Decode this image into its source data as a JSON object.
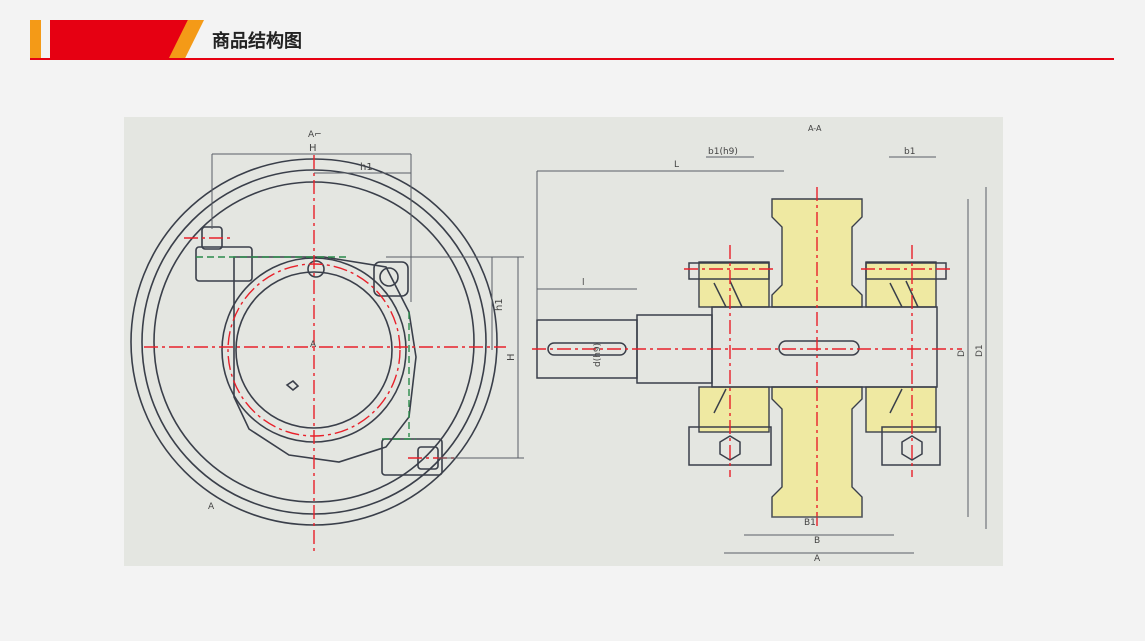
{
  "header": {
    "title": "商品结构图"
  },
  "drawing": {
    "left_view_labels": {
      "section_mark": "A⌐",
      "dim_H_top": "H",
      "dim_h1_top": "h1",
      "dim_h1_right": "h1",
      "dim_H_right": "H",
      "center_mark": "A",
      "bottom_mark": "A"
    },
    "right_view_labels": {
      "section_title": "A-A",
      "dim_L": "L",
      "dim_b1h9": "b1(h9)",
      "dim_b1": "b1",
      "dim_l": "l",
      "dim_dh9": "d(h9)",
      "dim_D": "D",
      "dim_D1": "D1",
      "dim_B1": "B1",
      "dim_B": "B",
      "dim_A": "A"
    },
    "colors": {
      "outline": "#3a3f4a",
      "centerline": "#e8202a",
      "body_fill": "#efe9a2",
      "hidden_line": "#2a8a4a",
      "dimension": "#5a5f66"
    }
  }
}
